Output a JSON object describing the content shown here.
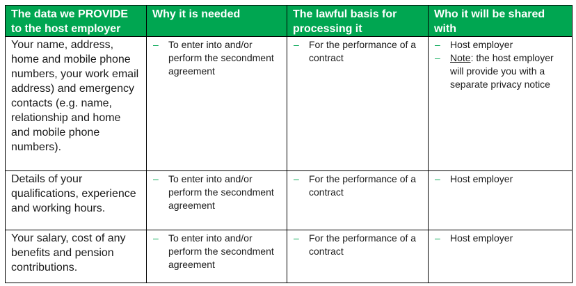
{
  "table": {
    "headers": [
      "The data we PROVIDE to the host employer",
      "Why it is needed",
      "The lawful basis for processing it",
      "Who it will be shared with"
    ],
    "rows": [
      {
        "data": "Your name, address, home and mobile phone numbers, your work email address) and emergency contacts (e.g. name, relationship and home and mobile phone numbers).",
        "why": "To enter into and/or perform the secondment agreement",
        "basis": "For the performance of a contract",
        "shared": "Host employer",
        "note_label": "Note",
        "note_text": ": the host employer will provide you with a separate privacy notice"
      },
      {
        "data": "Details of your qualifications, experience and working hours.",
        "why": "To enter into and/or perform the secondment agreement",
        "basis": "For the performance of a contract",
        "shared": "Host employer"
      },
      {
        "data": "Your salary, cost of any benefits and pension contributions.",
        "why": "To enter into and/or perform the secondment agreement",
        "basis": "For the performance of a contract",
        "shared": "Host employer"
      }
    ],
    "bullet": "–"
  },
  "colors": {
    "header_bg": "#00a651",
    "header_text": "#ffffff",
    "bullet": "#00a651"
  }
}
